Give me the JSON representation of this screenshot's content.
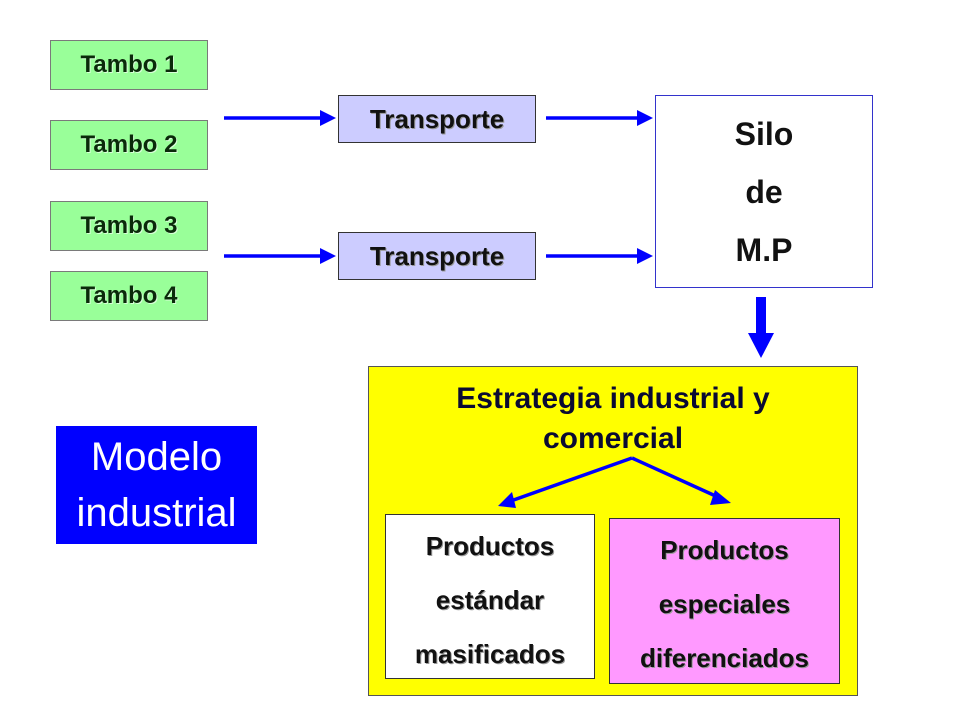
{
  "sources": [
    "Tambo 1",
    "Tambo 2",
    "Tambo 3",
    "Tambo 4"
  ],
  "transport": [
    "Transporte",
    "Transporte"
  ],
  "silo": {
    "line1": "Silo",
    "line2": "de",
    "line3": "M.P"
  },
  "strategy": {
    "title_line1": "Estrategia industrial y",
    "title_line2": "comercial"
  },
  "products": [
    {
      "line1": "Productos",
      "line2": "estándar",
      "line3": "masificados"
    },
    {
      "line1": "Productos",
      "line2": "especiales",
      "line3": "diferenciados"
    }
  ],
  "model_label": {
    "line1": "Modelo",
    "line2": "industrial"
  },
  "colors": {
    "tambo_fill": "#99ff99",
    "transport_fill": "#ccccff",
    "strategy_fill": "#ffff00",
    "special_products_fill": "#ff99ff",
    "model_fill": "#0000ff",
    "arrow": "#0000ff"
  }
}
